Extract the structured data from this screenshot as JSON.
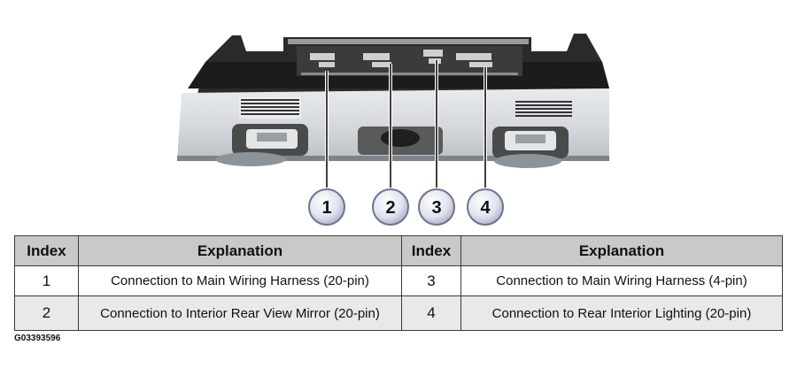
{
  "callouts": [
    "1",
    "2",
    "3",
    "4"
  ],
  "table": {
    "headers": [
      "Index",
      "Explanation",
      "Index",
      "Explanation"
    ],
    "rows": [
      [
        "1",
        "Connection to Main Wiring Harness (20-pin)",
        "3",
        "Connection to Main Wiring Harness (4-pin)"
      ],
      [
        "2",
        "Connection to Interior Rear View Mirror (20-pin)",
        "4",
        "Connection to Rear Interior Lighting  (20-pin)"
      ]
    ]
  },
  "figure_code": "G03393596"
}
